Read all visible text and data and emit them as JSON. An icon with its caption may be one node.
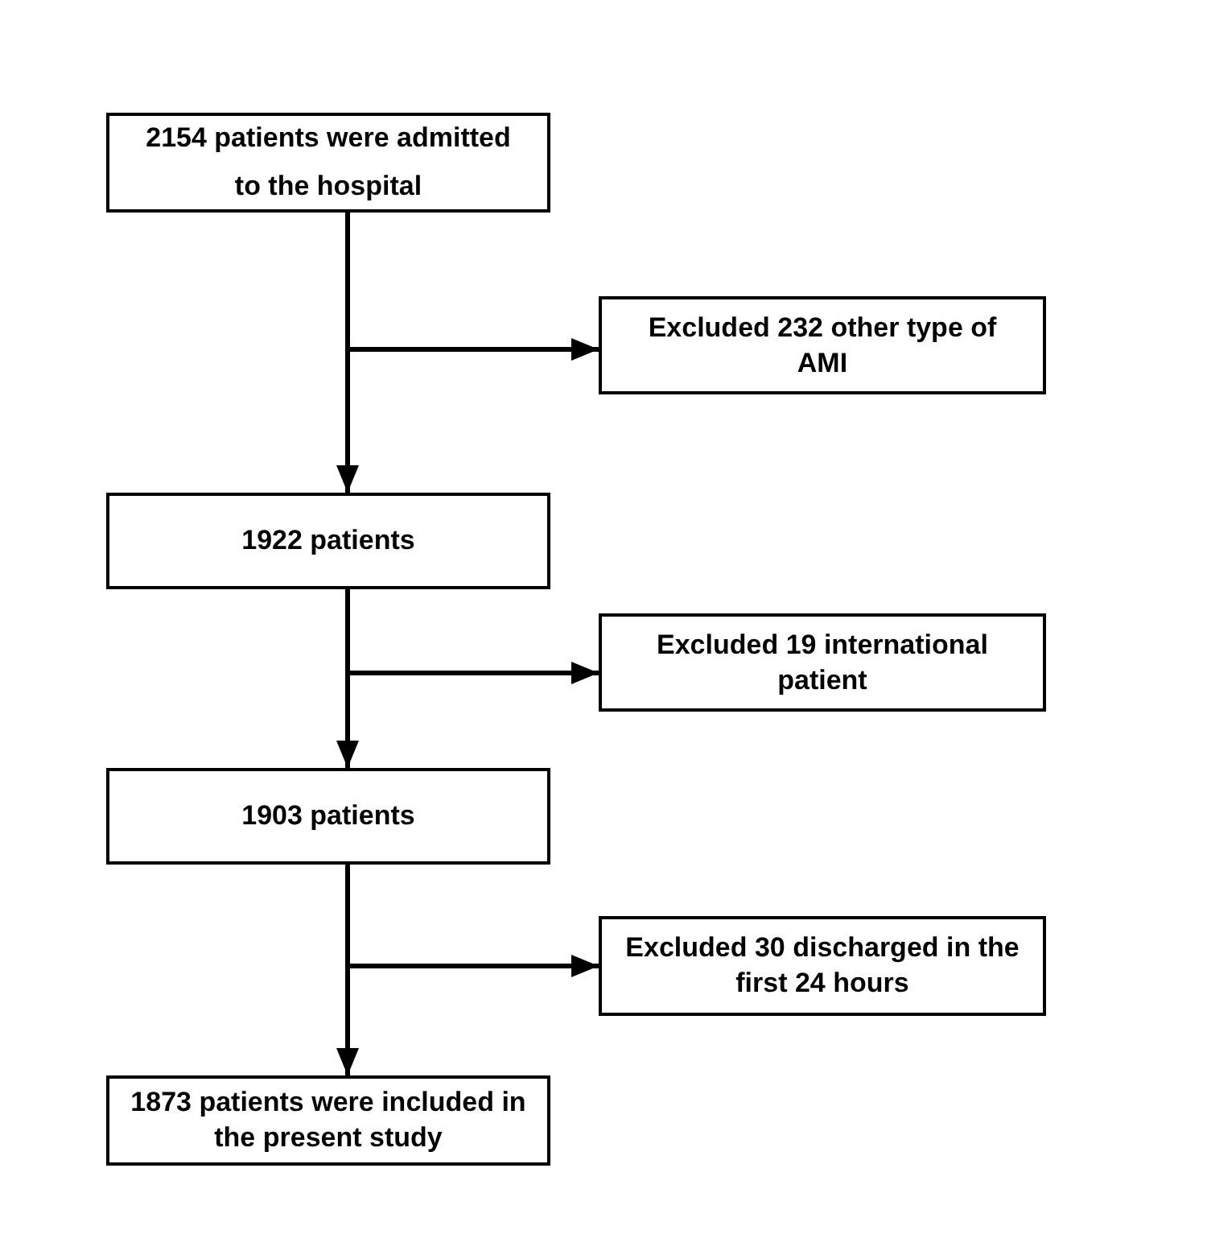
{
  "diagram": {
    "nodes": [
      {
        "text": [
          "2154 patients were admitted to the hospital"
        ]
      },
      {
        "text": [
          "Excluded 232 other type of AMI"
        ]
      },
      {
        "text": [
          "1922 patients"
        ]
      },
      {
        "text": [
          "Excluded 19 international patient"
        ]
      },
      {
        "text": [
          "1903 patients"
        ]
      },
      {
        "text": [
          "Excluded 30 discharged in the first 24 hours"
        ]
      },
      {
        "text": [
          "1873 patients were included in the present study"
        ]
      }
    ],
    "edges": [
      {
        "from": 0,
        "to": 1,
        "arrow": "to"
      },
      {
        "from": 0,
        "to": 2,
        "arrow": "to"
      },
      {
        "from": 2,
        "to": 3,
        "arrow": "to"
      },
      {
        "from": 2,
        "to": 4,
        "arrow": "to"
      },
      {
        "from": 4,
        "to": 5,
        "arrow": "to"
      },
      {
        "from": 4,
        "to": 6,
        "arrow": "to"
      }
    ]
  }
}
